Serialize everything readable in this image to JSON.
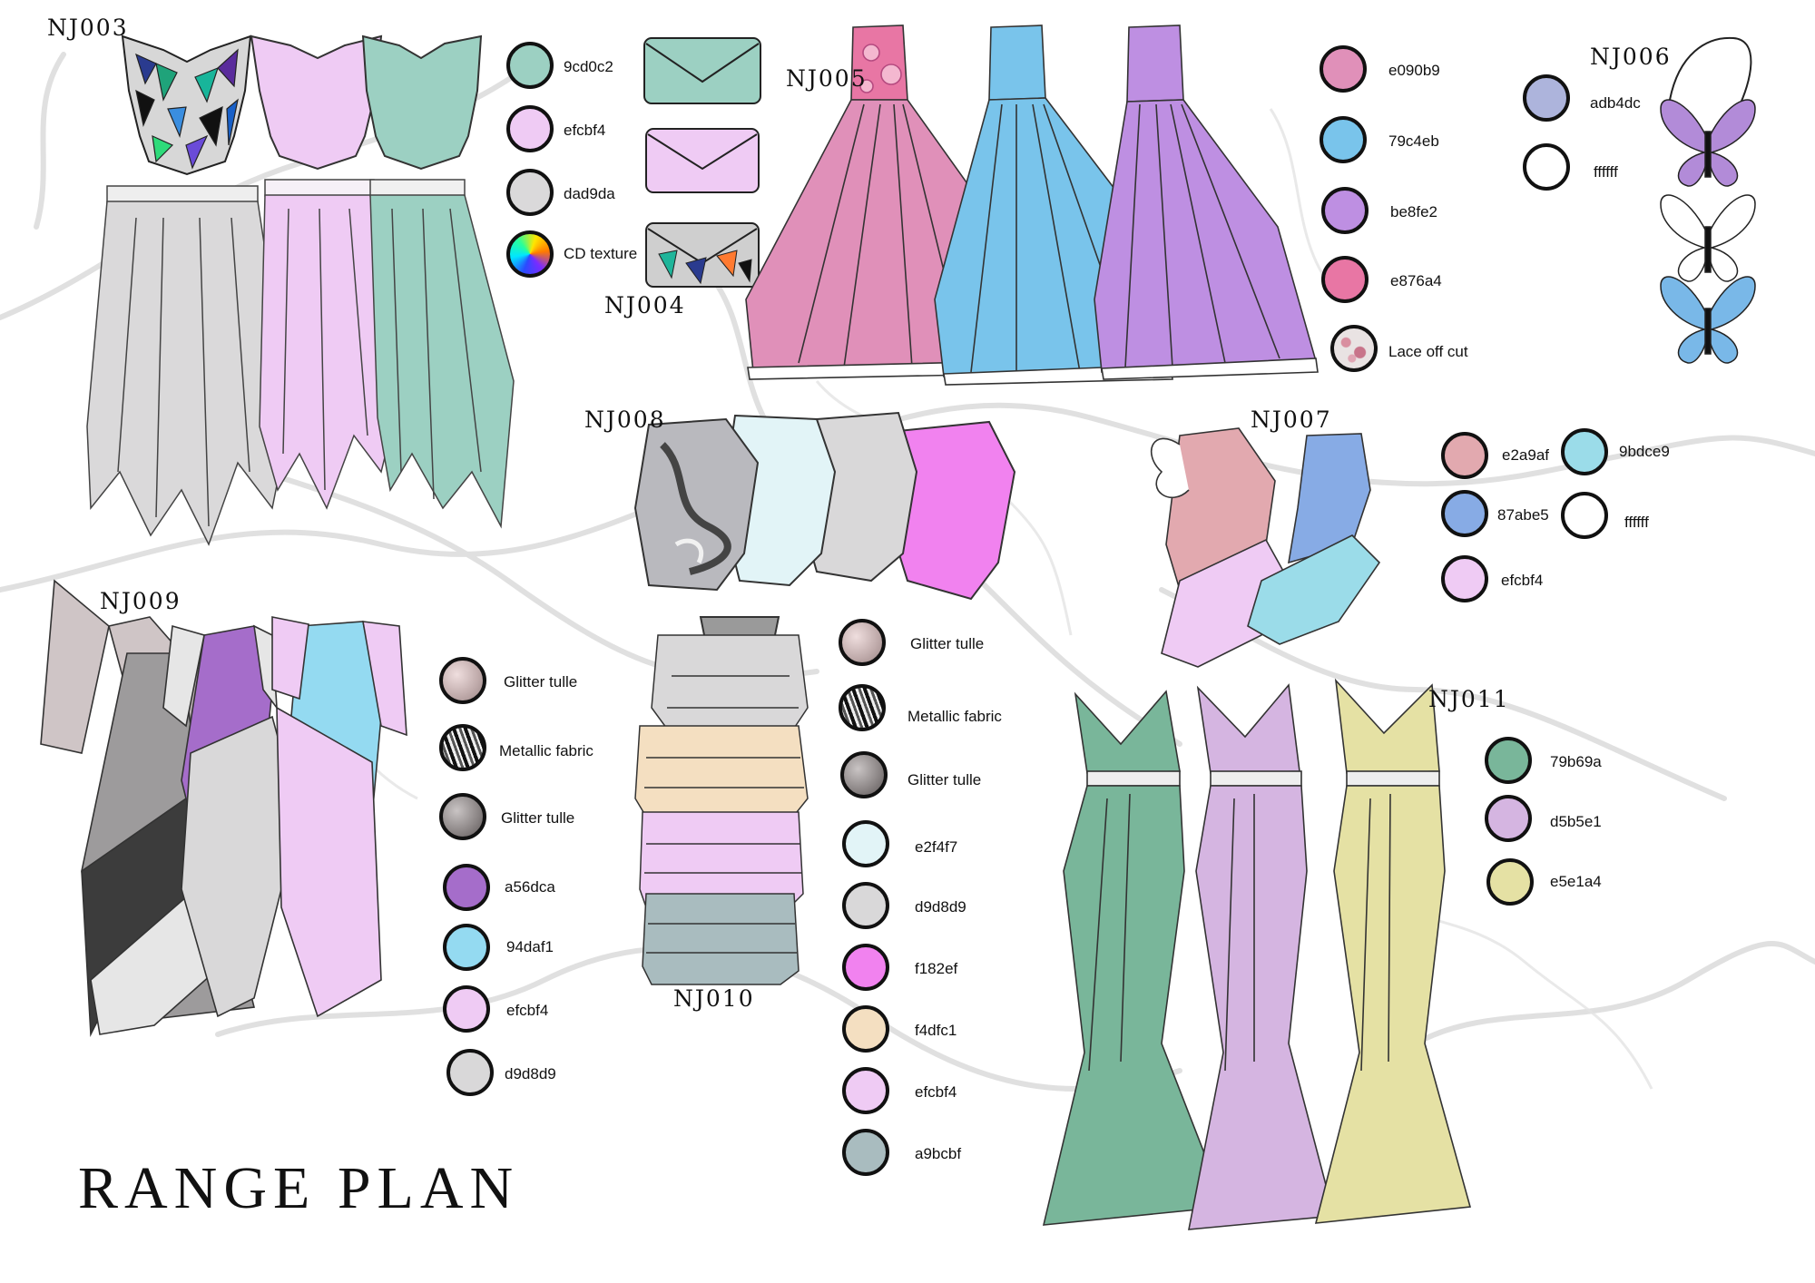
{
  "title": "RANGE PLAN",
  "looks": [
    {
      "id": "NJ003",
      "label": "NJ003",
      "swatches": [
        {
          "color": "#9cd0c2",
          "label": "9cd0c2"
        },
        {
          "color": "#efcbf4",
          "label": "efcbf4"
        },
        {
          "color": "#dad9da",
          "label": "dad9da"
        },
        {
          "texture": "cd",
          "label": "CD texture"
        }
      ]
    },
    {
      "id": "NJ004",
      "label": "NJ004",
      "swatches": []
    },
    {
      "id": "NJ005",
      "label": "NJ005",
      "swatches": [
        {
          "color": "#e090b9",
          "label": "e090b9"
        },
        {
          "color": "#79c4eb",
          "label": "79c4eb"
        },
        {
          "color": "#be8fe2",
          "label": "be8fe2"
        },
        {
          "color": "#e876a4",
          "label": "e876a4"
        },
        {
          "texture": "lace",
          "label": "Lace off cut"
        }
      ]
    },
    {
      "id": "NJ006",
      "label": "NJ006",
      "swatches": [
        {
          "color": "#adb4dc",
          "label": "adb4dc"
        },
        {
          "color": "#ffffff",
          "label": "ffffff"
        }
      ]
    },
    {
      "id": "NJ007",
      "label": "NJ007",
      "swatches": [
        {
          "color": "#e2a9af",
          "label": "e2a9af"
        },
        {
          "color": "#9bdce9",
          "label": "9bdce9"
        },
        {
          "color": "#87abe5",
          "label": "87abe5"
        },
        {
          "color": "#ffffff",
          "label": "ffffff"
        },
        {
          "color": "#efcbf4",
          "label": "efcbf4"
        }
      ]
    },
    {
      "id": "NJ008",
      "label": "NJ008",
      "swatches": []
    },
    {
      "id": "NJ009",
      "label": "NJ009",
      "swatches": [
        {
          "texture": "glitter",
          "label": "Glitter tulle"
        },
        {
          "texture": "metal",
          "label": "Metallic fabric"
        },
        {
          "texture": "glitter2",
          "label": "Glitter tulle"
        },
        {
          "color": "#a56dca",
          "label": "a56dca"
        },
        {
          "color": "#94daf1",
          "label": "94daf1"
        },
        {
          "color": "#efcbf4",
          "label": "efcbf4"
        },
        {
          "color": "#d9d8d9",
          "label": "d9d8d9"
        }
      ]
    },
    {
      "id": "NJ010",
      "label": "NJ010",
      "swatches": [
        {
          "texture": "glitter",
          "label": "Glitter tulle"
        },
        {
          "texture": "metal",
          "label": "Metallic fabric"
        },
        {
          "texture": "glitter2",
          "label": "Glitter tulle"
        },
        {
          "color": "#e2f4f7",
          "label": "e2f4f7"
        },
        {
          "color": "#d9d8d9",
          "label": "d9d8d9"
        },
        {
          "color": "#f182ef",
          "label": "f182ef"
        },
        {
          "color": "#f4dfc1",
          "label": "f4dfc1"
        },
        {
          "color": "#efcbf4",
          "label": "efcbf4"
        },
        {
          "color": "#a9bcbf",
          "label": "a9bcbf"
        }
      ]
    },
    {
      "id": "NJ011",
      "label": "NJ011",
      "swatches": [
        {
          "color": "#79b69a",
          "label": "79b69a"
        },
        {
          "color": "#d5b5e1",
          "label": "d5b5e1"
        },
        {
          "color": "#e5e1a4",
          "label": "e5e1a4"
        }
      ]
    }
  ]
}
